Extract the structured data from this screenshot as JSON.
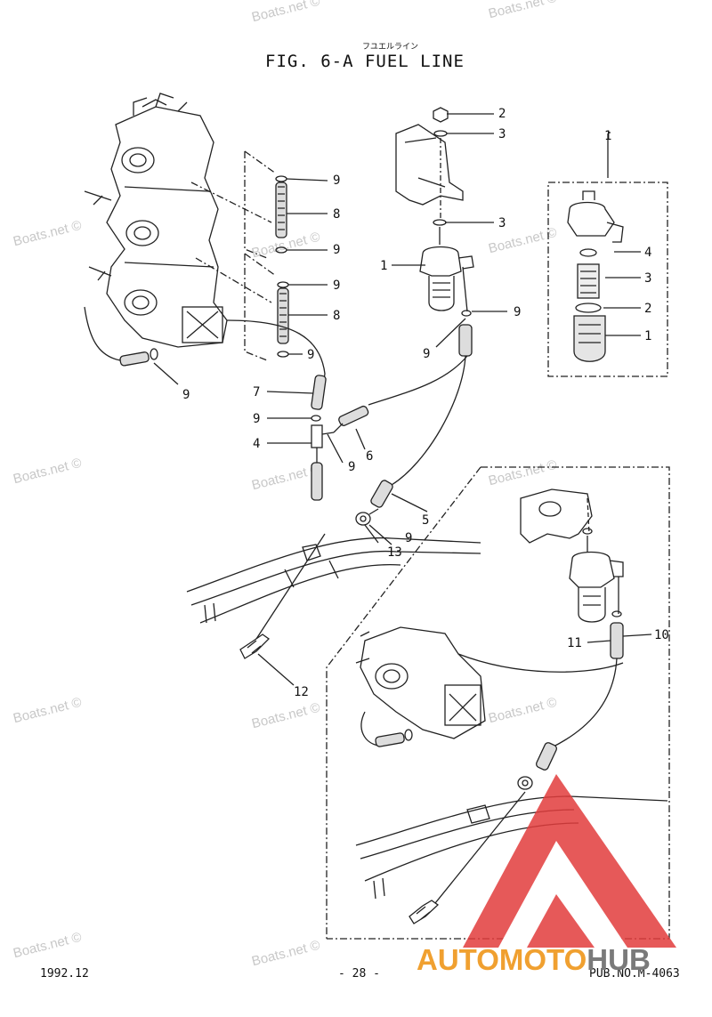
{
  "header": {
    "japanese_title": "フユエルライン",
    "title": "FIG.  6-A FUEL LINE"
  },
  "watermark": {
    "text": "Boats.net ©"
  },
  "callouts": [
    "1",
    "2",
    "3",
    "4",
    "5",
    "6",
    "7",
    "8",
    "9",
    "10",
    "11",
    "12",
    "13"
  ],
  "footer": {
    "date": "1992.12",
    "page": "- 28 -",
    "pub": "PUB.NO.M-4063"
  },
  "logo": {
    "part1": "AUTOMOTO",
    "part2": "HUB",
    "colors": {
      "red": "#e23c3c",
      "orange": "#f0a030",
      "gray": "#7a7a7a"
    }
  }
}
